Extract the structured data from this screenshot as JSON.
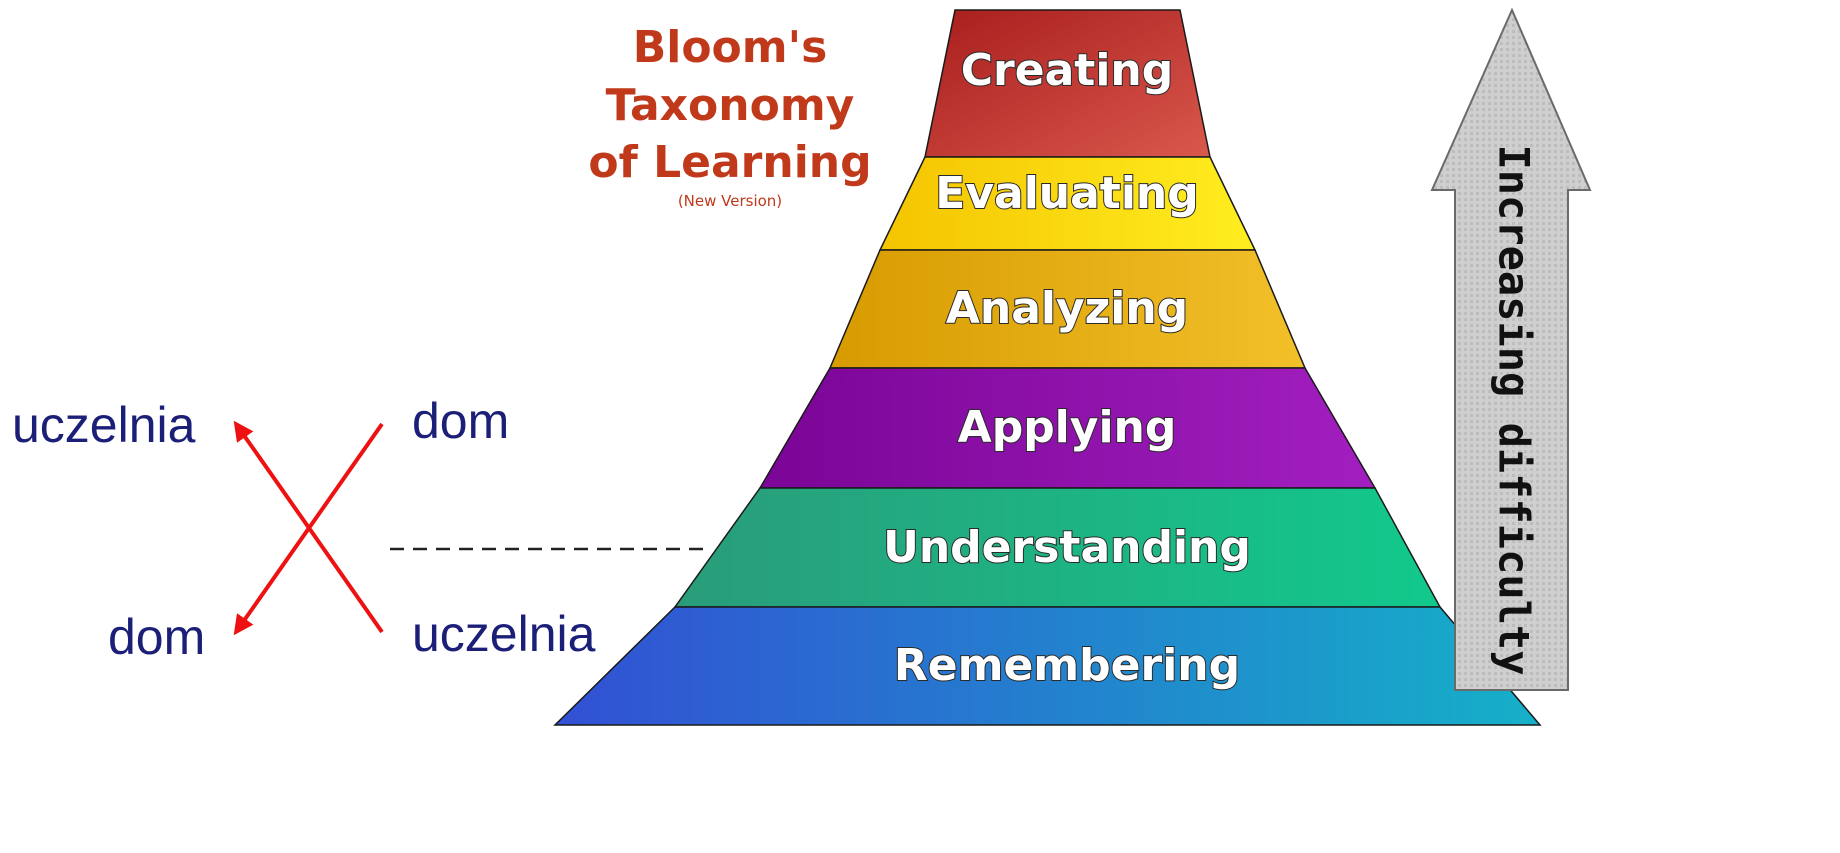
{
  "bloom": {
    "title_lines": [
      "Bloom's",
      "Taxonomy",
      "of Learning"
    ],
    "subtitle": "(New Version)",
    "title_color": "#c0391b",
    "levels": [
      {
        "label": "Creating",
        "color": "#b8302a"
      },
      {
        "label": "Evaluating",
        "color": "#f2d000"
      },
      {
        "label": "Analyzing",
        "color": "#e0a800"
      },
      {
        "label": "Applying",
        "color": "#8a0aa6"
      },
      {
        "label": "Understanding",
        "color": "#1fae84"
      },
      {
        "label": "Remembering",
        "color": "#2f5fd0"
      }
    ]
  },
  "difficulty_arrow": {
    "label": "Increasing difficulty",
    "color": "#c8c8c8"
  },
  "left_diagram": {
    "top_left": "uczelnia",
    "top_right": "dom",
    "bottom_left": "dom",
    "bottom_right": "uczelnia",
    "arrow_color": "#ee1111"
  }
}
